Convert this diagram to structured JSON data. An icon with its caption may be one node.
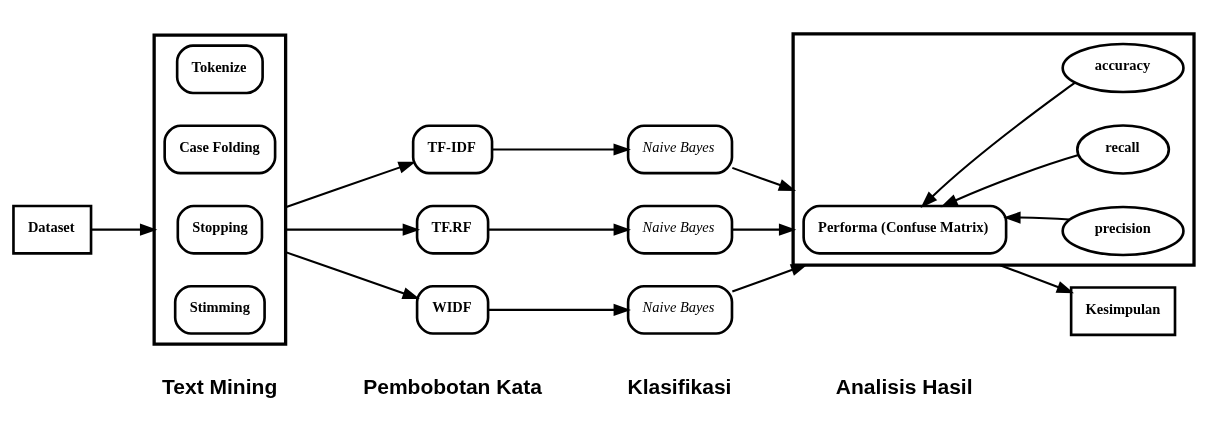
{
  "diagram": {
    "nodes": [
      {
        "text": [
          "Dataset"
        ]
      },
      {
        "text": [],
        "shape": "box"
      },
      {
        "text": [
          "Tokenize"
        ],
        "in": 1
      },
      {
        "text": [
          "Case Folding"
        ],
        "in": 1
      },
      {
        "text": [
          "Stopping"
        ],
        "in": 1
      },
      {
        "text": [
          "Stimming"
        ],
        "in": 1
      },
      {
        "text": [
          "TF-IDF"
        ]
      },
      {
        "text": [
          "TF.RF"
        ]
      },
      {
        "text": [
          "WIDF"
        ]
      },
      {
        "text": [
          "Naive Bayes"
        ]
      },
      {
        "text": [
          "Naive Bayes"
        ]
      },
      {
        "text": [
          "Naive Bayes"
        ]
      },
      {
        "text": [],
        "shape": "box"
      },
      {
        "text": [
          "Performa (Confuse Matrix)"
        ],
        "in": 12
      },
      {
        "text": [
          "precision"
        ],
        "in": 12
      },
      {
        "text": [
          "recall"
        ],
        "in": 12
      },
      {
        "text": [
          "accuracy"
        ],
        "in": 12
      },
      {
        "text": [
          "Kesimpulan"
        ]
      }
    ],
    "edges": [
      {
        "from": 0,
        "to": 1,
        "arrow": "to"
      },
      {
        "from": 1,
        "to": 6,
        "arrow": "to"
      },
      {
        "from": 1,
        "to": 7,
        "arrow": "to"
      },
      {
        "from": 1,
        "to": 8,
        "arrow": "to"
      },
      {
        "from": 6,
        "to": 9,
        "arrow": "to"
      },
      {
        "from": 7,
        "to": 10,
        "arrow": "to"
      },
      {
        "from": 8,
        "to": 11,
        "arrow": "to"
      },
      {
        "from": 9,
        "to": 12,
        "arrow": "to"
      },
      {
        "from": 10,
        "to": 12,
        "arrow": "to"
      },
      {
        "from": 11,
        "to": 12,
        "arrow": "to"
      },
      {
        "from": 14,
        "to": 13,
        "arrow": "to"
      },
      {
        "from": 15,
        "to": 13,
        "arrow": "to"
      },
      {
        "from": 16,
        "to": 13,
        "arrow": "to"
      },
      {
        "from": 12,
        "to": 17,
        "arrow": "to"
      }
    ],
    "labels": [
      "Text Mining",
      "Pembobotan Kata",
      "Klasifikasi",
      "Analisis Hasil"
    ]
  }
}
